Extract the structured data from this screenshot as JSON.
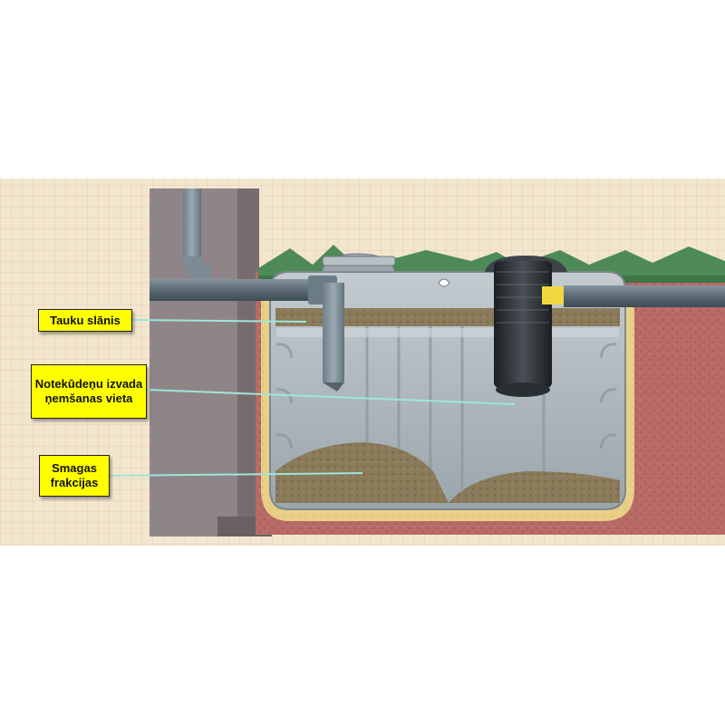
{
  "labels": {
    "grease_layer": [
      "Tauku slānis"
    ],
    "outlet_intake": [
      "Notekūdeņu izvada",
      "ņemšanas vieta"
    ],
    "heavy_fractions": [
      "Smagas",
      "frakcijas"
    ]
  },
  "colors": {
    "background": "#f3e6cf",
    "grid": "#e7cfb0",
    "wall": "#8f8589",
    "soil": "#b86b66",
    "sand": "#e9cf86",
    "grass": "#4e8a58",
    "tank": "#a9b2b8",
    "sludge": "#8a7a5a",
    "pipe": "#5e6e78",
    "callout": "#ffff00",
    "leader_line": "#9fe6d8"
  },
  "icons": [
    "downpipe-icon",
    "inlet-pipe-icon",
    "outlet-filter-icon",
    "manhole-cover-icon"
  ]
}
